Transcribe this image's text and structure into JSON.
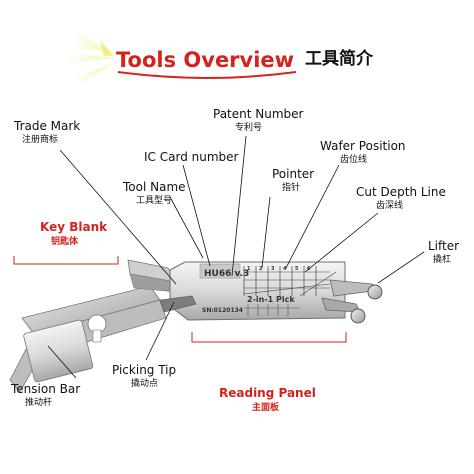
{
  "title": {
    "en": "Tools Overview",
    "cn": "工具简介"
  },
  "labels": {
    "trade_mark": {
      "en": "Trade Mark",
      "cn": "注册商标"
    },
    "patent_number": {
      "en": "Patent Number",
      "cn": "专利号"
    },
    "wafer_position": {
      "en": "Wafer Position",
      "cn": "齿位线"
    },
    "ic_card_number": {
      "en": "IC Card number",
      "cn": ""
    },
    "pointer": {
      "en": "Pointer",
      "cn": "指针"
    },
    "tool_name": {
      "en": "Tool Name",
      "cn": "工具型号"
    },
    "cut_depth_line": {
      "en": "Cut Depth Line",
      "cn": "齿深线"
    },
    "key_blank": {
      "en": "Key Blank",
      "cn": "钥匙体"
    },
    "lifter": {
      "en": "Lifter",
      "cn": "撬杠"
    },
    "picking_tip": {
      "en": "Picking Tip",
      "cn": "撬动点"
    },
    "tension_bar": {
      "en": "Tension Bar",
      "cn": "推动杆"
    },
    "reading_panel": {
      "en": "Reading Panel",
      "cn": "主面板"
    }
  },
  "tool_markings": {
    "model": "HU66 v.3",
    "pick_label": "2-in-1 Pick",
    "serial": "SN:0120134",
    "scale_numbers": [
      "1",
      "2",
      "3",
      "4",
      "5",
      "6"
    ]
  },
  "colors": {
    "accent_red": "#d4231c",
    "text": "#111111",
    "metal_light": "#e6e6e6",
    "metal_dark": "#8a8a8a"
  }
}
